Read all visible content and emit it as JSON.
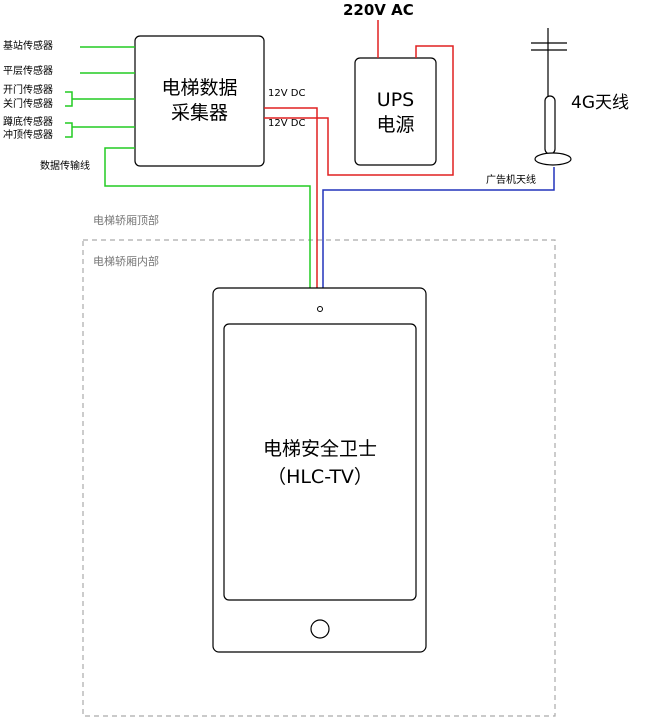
{
  "sensors": [
    {
      "id": "base-station",
      "label": "基站传感器"
    },
    {
      "id": "floor-level",
      "label": "平层传感器"
    },
    {
      "id": "door-open",
      "label": "开门传感器"
    },
    {
      "id": "door-close",
      "label": "关门传感器"
    },
    {
      "id": "pit-bottom",
      "label": "蹲底传感器"
    },
    {
      "id": "top-overrun",
      "label": "冲顶传感器"
    }
  ],
  "data_cable_label": "数据传输线",
  "collector": {
    "line1": "电梯数据",
    "line2": "采集器"
  },
  "power": {
    "dc_label_1": "12V DC",
    "dc_label_2": "12V DC",
    "ac_label": "220V AC"
  },
  "ups": {
    "line1": "UPS",
    "line2": "电源"
  },
  "antenna": {
    "label": "4G天线",
    "cable_label": "广告机天线"
  },
  "zones": {
    "car_top": "电梯轿厢顶部",
    "car_inside": "电梯轿厢内部"
  },
  "device": {
    "title": "电梯安全卫士",
    "subtitle": "（HLC-TV）"
  },
  "colors": {
    "sensor_line": "#22cc22",
    "power_line": "#e02020",
    "antenna_line": "#2233bb",
    "zone_border": "#aaaaaa",
    "outline": "#000000"
  }
}
